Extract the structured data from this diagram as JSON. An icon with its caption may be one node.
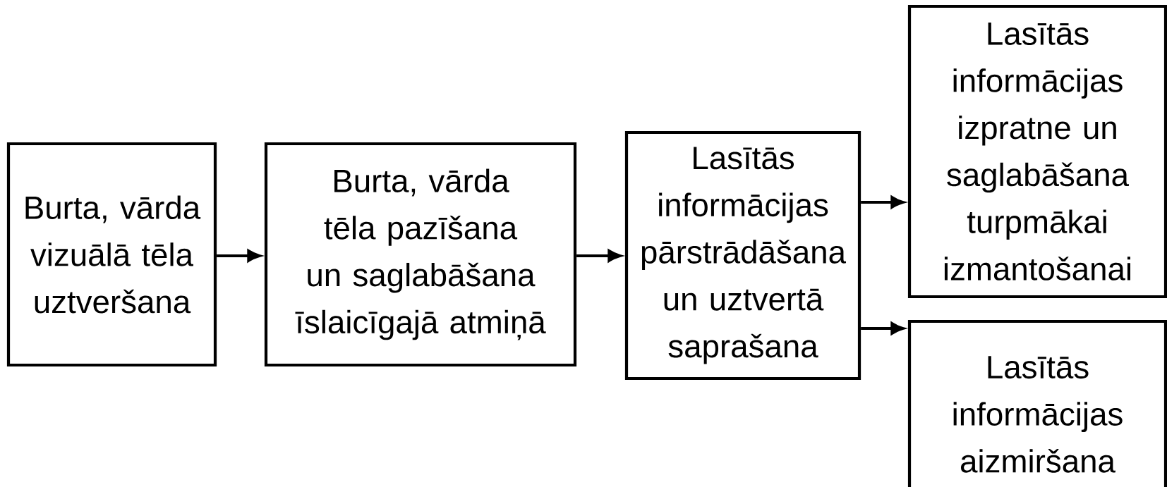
{
  "diagram": {
    "nodes": [
      {
        "text": [
          "Burta, vārda vizuālā tēla uztveršana"
        ]
      },
      {
        "text": [
          "Burta, vārda tēla pazīšana un saglabāšana īslaicīgajā atmiņā"
        ]
      },
      {
        "text": [
          "Lasītās informācijas pārstrādāšana un uztvertā saprašana"
        ]
      },
      {
        "text": [
          "Lasītās informācijas izpratne un saglabāšana turpmākai izmantošanai"
        ]
      },
      {
        "text": [
          "Lasītās informācijas aizmiršana"
        ]
      }
    ],
    "edges": [
      {
        "from": 0,
        "to": 1,
        "arrow": "to"
      },
      {
        "from": 1,
        "to": 2,
        "arrow": "to"
      },
      {
        "from": 2,
        "to": 3,
        "arrow": "to"
      },
      {
        "from": 2,
        "to": 4,
        "arrow": "to"
      }
    ]
  }
}
